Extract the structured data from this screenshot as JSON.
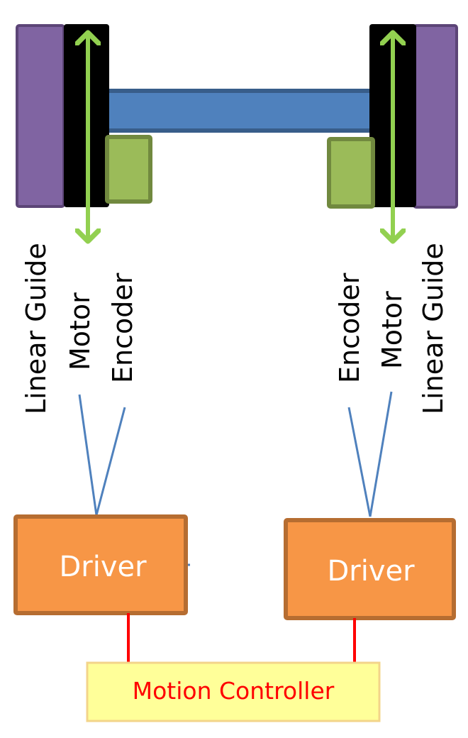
{
  "labels": {
    "left_linear_guide": "Linear Guide",
    "left_motor": "Motor",
    "left_encoder": "Encoder",
    "right_encoder": "Encoder",
    "right_motor": "Motor",
    "right_linear_guide": "Linear Guide",
    "left_driver": "Driver",
    "right_driver": "Driver",
    "motion_controller": "Motion Controller"
  },
  "colors": {
    "guide_fill": "#8064a2",
    "guide_stroke": "#5c4577",
    "motor_fill": "#000000",
    "arrow": "#92d050",
    "beam_fill": "#4f81bd",
    "beam_stroke": "#385d8a",
    "encoder_fill": "#9bbb59",
    "encoder_stroke": "#71893f",
    "driver_fill": "#f79646",
    "driver_stroke": "#b66d31",
    "driver_text": "#ffffff",
    "controller_fill": "#ffff99",
    "controller_stroke": "#f3d48a",
    "controller_text": "#ff0000",
    "signal_line": "#4f81bd",
    "control_line": "#ff0000"
  }
}
